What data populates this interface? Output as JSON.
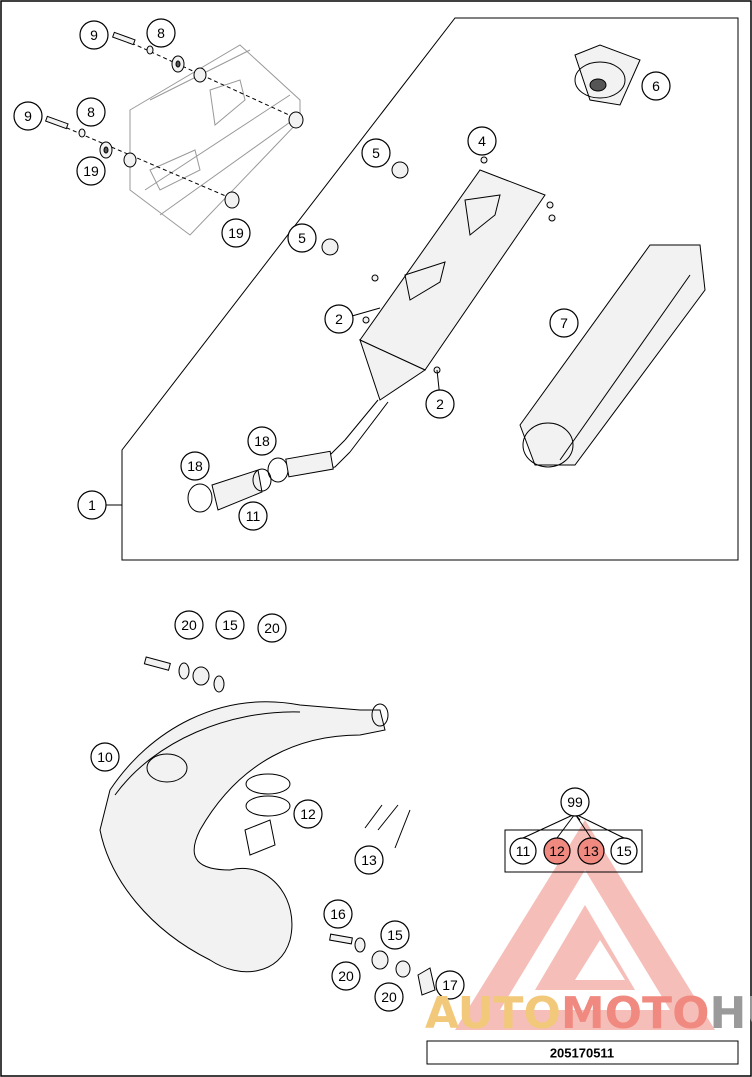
{
  "callouts": {
    "c9a": "9",
    "c8a": "8",
    "c9b": "9",
    "c8b": "8",
    "c19a": "19",
    "c19b": "19",
    "c6": "6",
    "c4": "4",
    "c5a": "5",
    "c5b": "5",
    "c2a": "2",
    "c2b": "2",
    "c7": "7",
    "c18a": "18",
    "c18b": "18",
    "c11a": "11",
    "c1": "1",
    "c20a": "20",
    "c15a": "15",
    "c20b": "20",
    "c10": "10",
    "c12": "12",
    "c13": "13",
    "c99": "99",
    "k11": "11",
    "k12": "12",
    "k13": "13",
    "k15": "15",
    "c16": "16",
    "c15b": "15",
    "c20c": "20",
    "c20d": "20",
    "c17": "17"
  },
  "kit_highlight_color": "#f08a80",
  "watermark": {
    "part1": "AUTO",
    "part2": "MOTO",
    "part3": "HUB",
    "colors": {
      "auto": "#f2c97a",
      "moto": "#f08a80",
      "hub": "#9a9a9a"
    }
  },
  "diagram_id": "205170511"
}
